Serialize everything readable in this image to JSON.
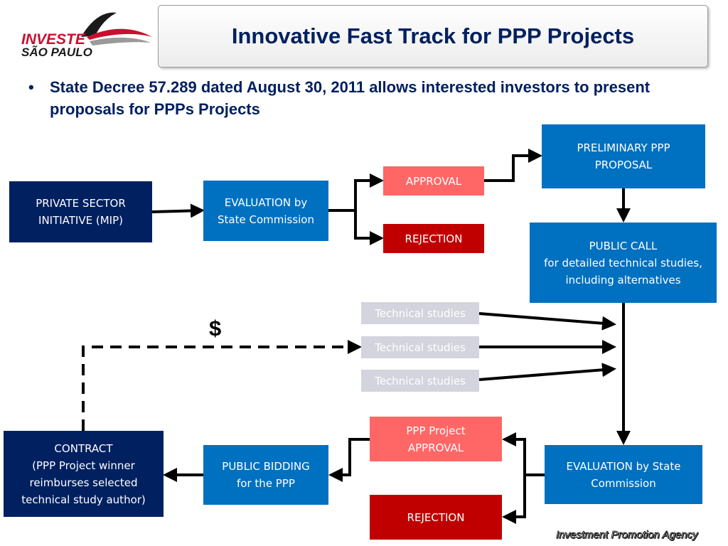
{
  "logo": {
    "line1": "INVESTE",
    "line2": "SÃO PAULO"
  },
  "title": "Innovative Fast Track for PPP Projects",
  "bullet": {
    "symbol": "•",
    "text": "State Decree 57.289 dated August 30, 2011 allows interested investors to present proposals for  PPPs Projects"
  },
  "nodes": {
    "private_sector": "PRIVATE SECTOR\nINITIATIVE  (MIP)",
    "evaluation_commission": "EVALUATION by\nState Commission",
    "approval": "APPROVAL",
    "rejection_top": "REJECTION",
    "preliminary_proposal": "PRELIMINARY PPP\nPROPOSAL",
    "public_call": "PUBLIC CALL\nfor detailed technical studies,\nincluding alternatives",
    "technical_studies_1": "Technical studies",
    "technical_studies_2": "Technical studies",
    "technical_studies_3": "Technical studies",
    "ppp_project_approval": "PPP Project\nAPPROVAL",
    "rejection_bottom": "REJECTION",
    "evaluation_state_commission": "EVALUATION by State\nCommission",
    "public_bidding": "PUBLIC BIDDING\nfor the PPP",
    "contract": "CONTRACT\n(PPP Project winner\nreimburses selected\ntechnical study author)"
  },
  "dollar_label": "$",
  "footer": "Investment Promotion Agency",
  "colors": {
    "navy": "#002060",
    "blue": "#0070c0",
    "pink": "#ff6666",
    "red": "#c00000",
    "gray": "#d4d4de",
    "title": "#002060",
    "logo_red": "#c8102e"
  }
}
